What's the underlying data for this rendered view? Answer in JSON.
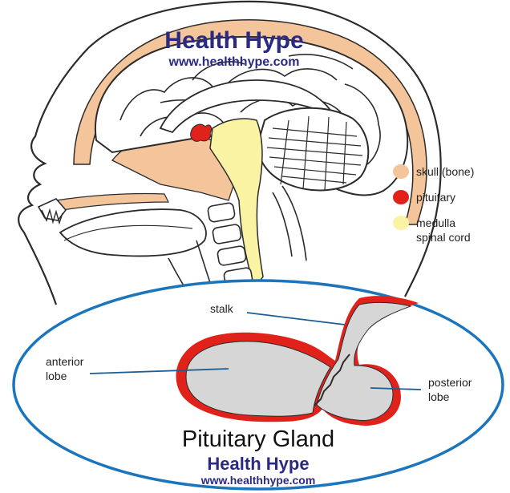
{
  "top_watermark": {
    "brand": "Health Hype",
    "url": "www.healthhype.com"
  },
  "legend": [
    {
      "label": "skull (bone)",
      "color": "#f4c49a"
    },
    {
      "label": "pituitary",
      "color": "#e0221b"
    },
    {
      "label": "medulla",
      "color": "#fbf3a4"
    },
    {
      "label": "spinal cord",
      "color": "#fbf3a4"
    }
  ],
  "gland_labels": {
    "stalk": "stalk",
    "anterior": [
      "anterior",
      "lobe"
    ],
    "posterior": [
      "posterior",
      "lobe"
    ]
  },
  "title": "Pituitary Gland",
  "bottom_watermark": {
    "brand": "Health Hype",
    "url": "www.healthhype.com"
  },
  "colors": {
    "skull": "#f4c49a",
    "pituitary": "#e0221b",
    "spinal": "#fbf3a4",
    "gland_fill": "#d6d6d6",
    "ellipse_stroke": "#1b75bc",
    "watermark": "#2b2a82",
    "line": "#2b2b2b"
  }
}
